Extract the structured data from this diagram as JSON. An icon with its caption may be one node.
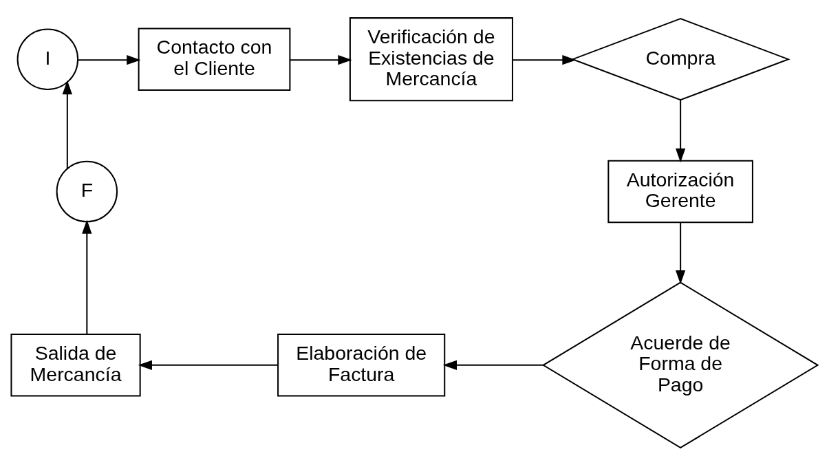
{
  "diagram": {
    "nodes": [
      {
        "text": [
          "I"
        ]
      },
      {
        "text": [
          "Contacto con el Cliente"
        ]
      },
      {
        "text": [
          "Verificación de Existencias de Mercancía"
        ]
      },
      {
        "text": [
          "Compra"
        ]
      },
      {
        "text": [
          "Autorización Gerente"
        ]
      },
      {
        "text": [
          "Acuerde de Forma de Pago"
        ]
      },
      {
        "text": [
          "Elaboración de Factura"
        ]
      },
      {
        "text": [
          "Salida de Mercancía"
        ]
      },
      {
        "text": [
          "F"
        ]
      }
    ],
    "edges": [
      {
        "from": 0,
        "to": 1,
        "arrow": "to"
      },
      {
        "from": 1,
        "to": 2,
        "arrow": "to"
      },
      {
        "from": 2,
        "to": 3,
        "arrow": "to"
      },
      {
        "from": 3,
        "to": 4,
        "arrow": "to"
      },
      {
        "from": 4,
        "to": 5,
        "arrow": "to"
      },
      {
        "from": 5,
        "to": 6,
        "arrow": "to"
      },
      {
        "from": 6,
        "to": 7,
        "arrow": "to"
      },
      {
        "from": 7,
        "to": 8,
        "arrow": "to"
      },
      {
        "from": 8,
        "to": 0,
        "arrow": "to"
      }
    ]
  }
}
